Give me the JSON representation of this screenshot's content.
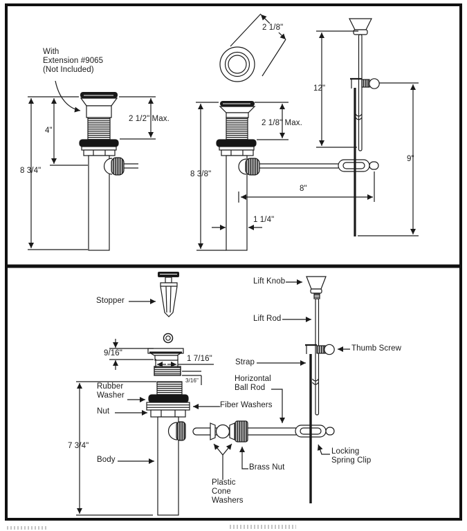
{
  "top_section": {
    "left_view": {
      "note": "With\nExtension #9065\n(Not Included)",
      "dim_upper_height": "4\"",
      "dim_max_thickness": "2 1/2\" Max.",
      "dim_overall_height": "8 3/4\""
    },
    "top_view": {
      "dim_flange_diameter": "2 1/8\""
    },
    "center_view": {
      "dim_max_thickness": "2 1/8\" Max.",
      "dim_overall_height": "8 3/8\"",
      "dim_ball_rod_length": "8\"",
      "dim_tailpiece_diameter": "1 1/4\""
    },
    "right_view": {
      "dim_lift_rod_length": "12\"",
      "dim_strap_length": "9\""
    }
  },
  "bottom_section": {
    "parts": {
      "stopper": "Stopper",
      "lift_knob": "Lift Knob",
      "lift_rod": "Lift Rod",
      "thumb_screw": "Thumb Screw",
      "strap": "Strap",
      "horizontal_ball_rod": "Horizontal\nBall Rod",
      "rubber_washer": "Rubber\nWasher",
      "fiber_washers": "Fiber Washers",
      "nut": "Nut",
      "body": "Body",
      "plastic_cone_washers": "Plastic\nCone\nWashers",
      "brass_nut": "Brass Nut",
      "locking_spring_clip": "Locking\nSpring Clip"
    },
    "dims": {
      "flange_height": "9/16\"",
      "flange_diameter": "1 7/16\"",
      "thread_reveal": "3/16\"",
      "body_height": "7 3/4\""
    }
  },
  "colors": {
    "ink": "#1a1a1a",
    "paper": "#ffffff"
  }
}
